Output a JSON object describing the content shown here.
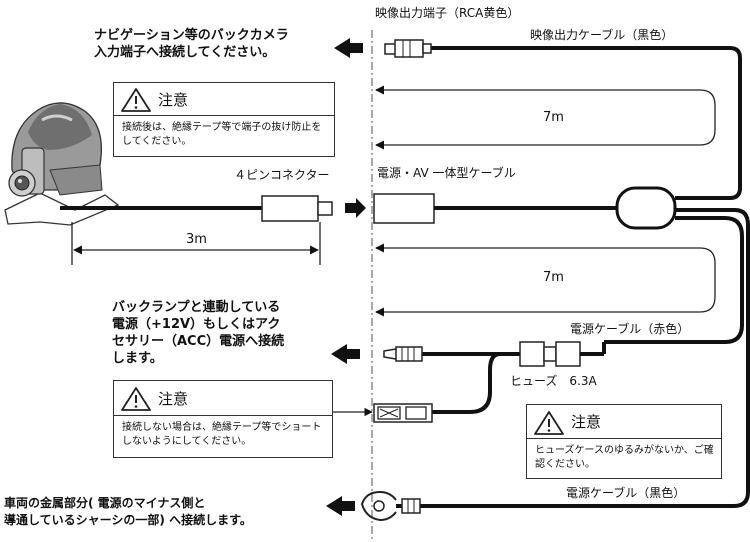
{
  "labels": {
    "rca_terminal": "映像出力端子（RCA黄色）",
    "video_cable": "映像出力ケーブル（黒色）",
    "nav_connect": [
      "ナビゲーション等のバックカメラ",
      "入力端子へ接続してください。"
    ],
    "len_video": "7m",
    "connector_4pin": "４ピンコネクター",
    "power_av_cable": "電源・AV 一体型ケーブル",
    "len_camera": "3m",
    "len_power": "7m",
    "backlamp": [
      "バックランプと連動している",
      "電源（+12V）もしくはアク",
      "セサリー（ACC）電源へ接続",
      "します。"
    ],
    "power_red": "電源ケーブル（赤色）",
    "fuse": "ヒューズ　6.3A",
    "ground": [
      "車両の金属部分( 電源のマイナス側と",
      "導通しているシャーシの一部) へ接続します。"
    ],
    "power_black": "電源ケーブル（黒色）"
  },
  "cautions": {
    "c1": {
      "title": "注意",
      "body": "接続後は、絶縁テープ等で端子の抜け防止をしてください。"
    },
    "c2": {
      "title": "注意",
      "body": "接続しない場合は、絶縁テープ等でショートしないようにしてください。"
    },
    "c3": {
      "title": "注意",
      "body": "ヒューズケースのゆるみがないか、ご確認ください。"
    }
  }
}
